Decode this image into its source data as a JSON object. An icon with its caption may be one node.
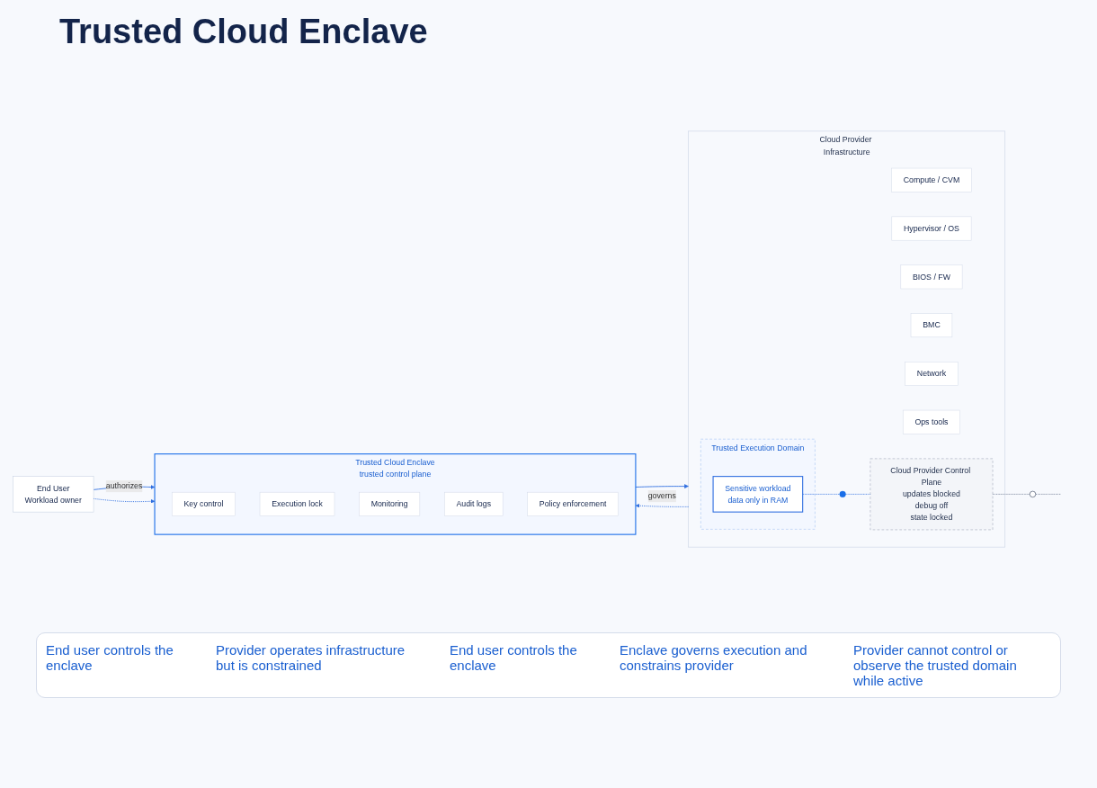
{
  "diagram": {
    "title": "Trusted Cloud Enclave",
    "nodes": [
      {
        "text": [
          "End User",
          "Workload owner"
        ]
      },
      {
        "text": [
          "Trusted Cloud Enclave",
          "trusted control plane"
        ]
      },
      {
        "text": [
          "Key control"
        ],
        "in": 1
      },
      {
        "text": [
          "Execution lock"
        ],
        "in": 1
      },
      {
        "text": [
          "Monitoring"
        ],
        "in": 1
      },
      {
        "text": [
          "Audit logs"
        ],
        "in": 1
      },
      {
        "text": [
          "Policy enforcement"
        ],
        "in": 1
      },
      {
        "text": [
          "Cloud Provider Infrastructure"
        ]
      },
      {
        "text": [
          "Compute / CVM"
        ],
        "in": 7
      },
      {
        "text": [
          "Hypervisor / OS"
        ],
        "in": 7
      },
      {
        "text": [
          "BIOS / FW"
        ],
        "in": 7
      },
      {
        "text": [
          "BMC"
        ],
        "in": 7
      },
      {
        "text": [
          "Network"
        ],
        "in": 7
      },
      {
        "text": [
          "Ops tools"
        ],
        "in": 7
      },
      {
        "text": [
          "Trusted Execution Domain"
        ],
        "in": 7
      },
      {
        "text": [
          "Sensitive workload",
          "data only in RAM"
        ],
        "in": 14
      },
      {
        "text": [],
        "shape": "circle",
        "in": 7
      },
      {
        "text": [
          "Cloud Provider Control Plane",
          "updates blocked",
          "debug off",
          "state locked"
        ],
        "in": 7
      },
      {
        "text": [],
        "shape": "circle"
      }
    ],
    "edges": [
      {
        "from": 0,
        "to": 1,
        "label": "authorizes",
        "arrow": "to"
      },
      {
        "from": 1,
        "to": 7,
        "label": "governs",
        "arrow": "to"
      },
      {
        "from": 0,
        "to": 1,
        "arrow": "to",
        "style": "dashed"
      },
      {
        "from": 7,
        "to": 1,
        "arrow": "to",
        "style": "dashed"
      },
      {
        "from": 15,
        "to": 16,
        "arrow": "none",
        "style": "dashed"
      },
      {
        "from": 16,
        "to": 17,
        "arrow": "none",
        "style": "dashed"
      },
      {
        "from": 17,
        "to": 18,
        "arrow": "none",
        "style": "dashed",
        "color": "#6b7890"
      },
      {
        "from": 18,
        "to": null,
        "arrow": "none",
        "style": "dashed",
        "color": "#6b7890"
      }
    ],
    "labels": [
      "End user controls the enclave",
      "Provider operates infrastructure but is constrained",
      "End user controls the enclave",
      "Enclave governs execution and constrains provider",
      "Provider cannot control or observe the trusted domain while active"
    ]
  }
}
